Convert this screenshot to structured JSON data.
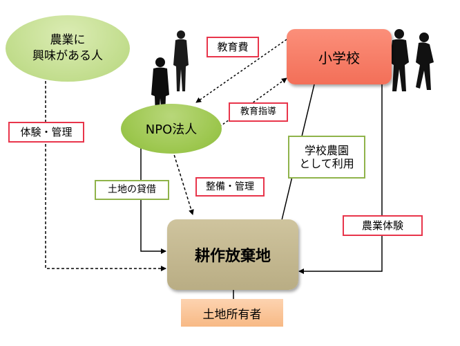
{
  "nodes": {
    "interested_people": "農業に\n興味がある人",
    "school": "小学校",
    "npo": "NPO法人",
    "farmland": "耕作放棄地",
    "landowner": "土地所有者"
  },
  "labels": {
    "education_cost": "教育費",
    "education_guidance": "教育指導",
    "experience_management": "体験・管理",
    "land_lease": "土地の貸借",
    "maintenance_management": "整備・管理",
    "school_farm_use": "学校農園\nとして利用",
    "farming_experience": "農業体験"
  },
  "colors": {
    "school": "#f47a63",
    "npo": "#9dc74f",
    "interested_people": "#c9e09a",
    "farmland": "#c4b992",
    "landowner": "#f9c49a",
    "label_border_red": "#e8344a",
    "label_border_green": "#8fb34a"
  }
}
